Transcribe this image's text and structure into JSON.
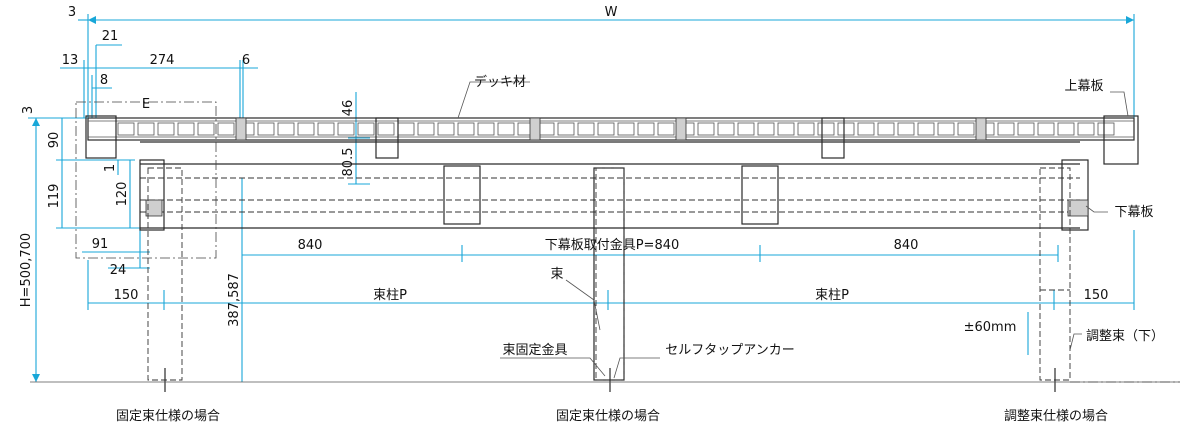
{
  "dimensions": {
    "top_width": "W",
    "d3_top": "3",
    "d21": "21",
    "d13": "13",
    "d274": "274",
    "d6": "6",
    "d8": "8",
    "dE": "E",
    "d46": "46",
    "d80_5": "80.5",
    "d3_left": "3",
    "d90": "90",
    "d119": "119",
    "d120": "120",
    "d1": "1",
    "d91": "91",
    "d24": "24",
    "height": "H=500,700",
    "d387": "387,587",
    "span1": "840",
    "span_label": "下幕板取付金具P=840",
    "span3": "840",
    "d150_left": "150",
    "post_pitch1": "束柱P",
    "post_pitch2": "束柱P",
    "d150_right": "150",
    "adjust": "±60mm"
  },
  "labels": {
    "deck": "デッキ材",
    "upper_fascia": "上幕板",
    "lower_fascia": "下幕板",
    "post": "束",
    "post_bracket": "束固定金具",
    "anchor": "セルフタップアンカー",
    "adjust_post": "調整束（下）"
  },
  "captions": {
    "left": "固定束仕様の場合",
    "center": "固定束仕様の場合",
    "right": "調整束仕様の場合"
  },
  "colors": {
    "dimension_line": "#18a7d8",
    "drawing_line": "#2a2a2a"
  }
}
